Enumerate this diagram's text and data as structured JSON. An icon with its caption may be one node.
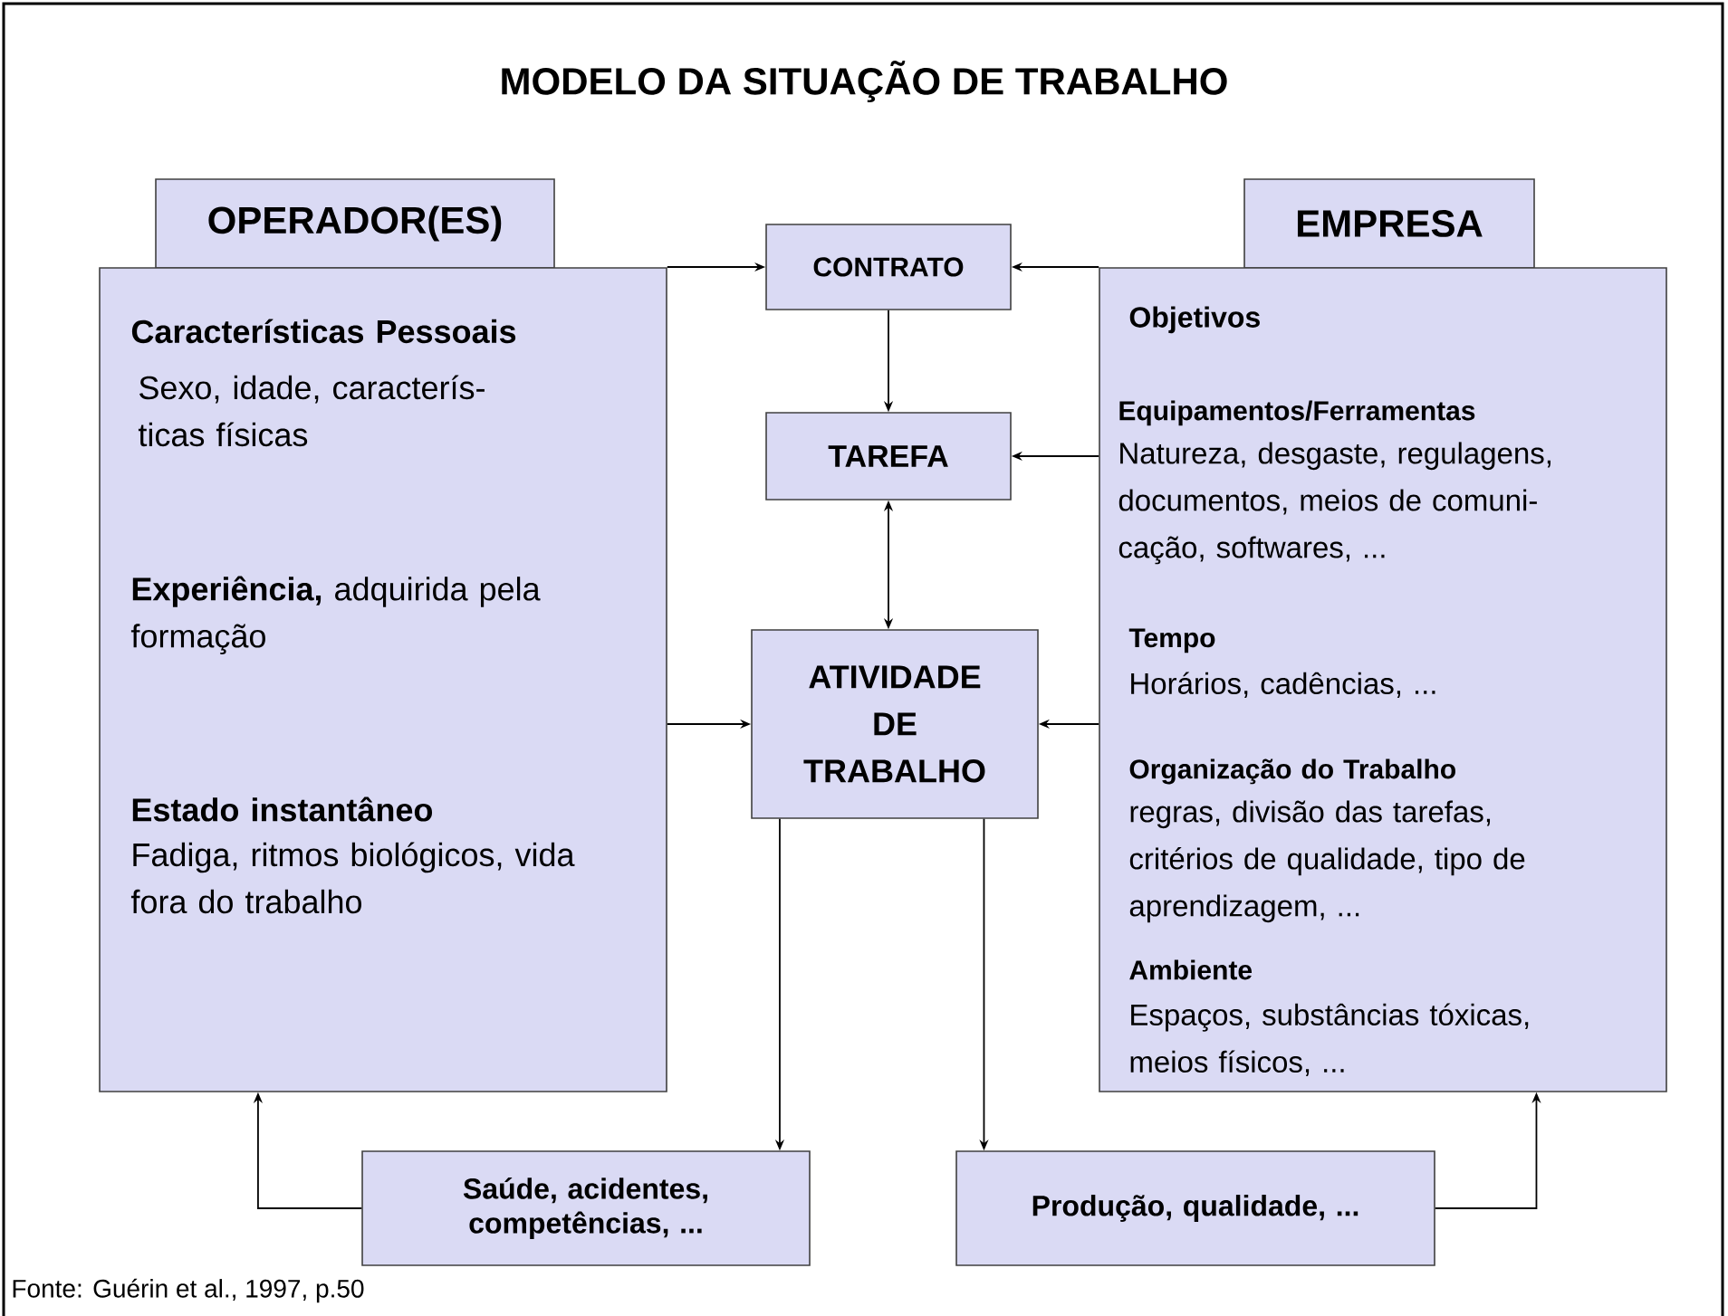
{
  "diagram": {
    "title": "MODELO DA SITUAÇÃO DE TRABALHO",
    "nodes": [
      {
        "text": [
          "OPERADOR(ES)"
        ]
      },
      {
        "text": [
          "Características Pessoais",
          "Sexo, idade, caracterís- ticas físicas",
          "**Experiência,** adquirida pela formação",
          "Estado instantâneo",
          "Fadiga, ritmos biológicos, vida fora do trabalho"
        ]
      },
      {
        "text": [
          "CONTRATO"
        ]
      },
      {
        "text": [
          "TAREFA"
        ]
      },
      {
        "text": [
          "ATIVIDADE DE TRABALHO"
        ]
      },
      {
        "text": [
          "EMPRESA"
        ]
      },
      {
        "text": [
          "Objetivos",
          "Equipamentos/Ferramentas",
          "Natureza, desgaste, regulagens, documentos, meios de comuni- cação, softwares, ...",
          "Tempo",
          "Horários, cadências, ...",
          "Organização do Trabalho",
          "regras, divisão das tarefas, critérios de qualidade, tipo de aprendizagem, ...",
          "Ambiente",
          "Espaços, substâncias tóxicas, meios físicos, ..."
        ]
      },
      {
        "text": [
          "Saúde, acidentes, competências, ..."
        ]
      },
      {
        "text": [
          "Produção, qualidade, ..."
        ]
      }
    ],
    "edges": [
      {
        "from": 1,
        "to": 2,
        "arrow": "to"
      },
      {
        "from": 6,
        "to": 2,
        "arrow": "to"
      },
      {
        "from": 2,
        "to": 3,
        "arrow": "to"
      },
      {
        "from": 6,
        "to": 3,
        "arrow": "to"
      },
      {
        "from": 3,
        "to": 4,
        "arrow": "both"
      },
      {
        "from": 1,
        "to": 4,
        "arrow": "to"
      },
      {
        "from": 6,
        "to": 4,
        "arrow": "to"
      },
      {
        "from": 4,
        "to": 7,
        "arrow": "to"
      },
      {
        "from": 4,
        "to": 8,
        "arrow": "to"
      },
      {
        "from": 7,
        "to": 1,
        "arrow": "to"
      },
      {
        "from": 8,
        "to": 6,
        "arrow": "to"
      }
    ],
    "labels": [
      "Fonte: Guérin et al., 1997, p.50"
    ]
  }
}
